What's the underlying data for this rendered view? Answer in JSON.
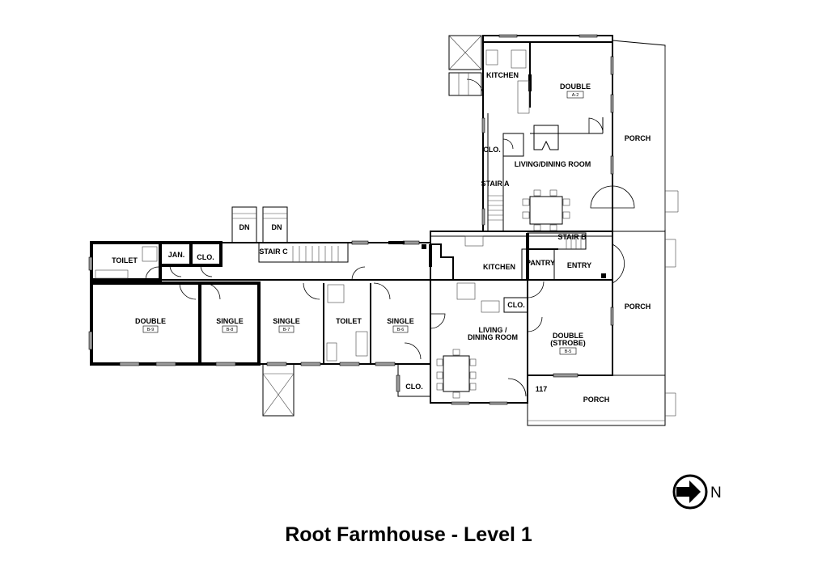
{
  "title": "Root Farmhouse - Level 1",
  "north_label": "N",
  "rooms": {
    "kitchen_a": "KITCHEN",
    "double_a2": "DOUBLE",
    "double_a2_tag": "A-2",
    "porch_1": "PORCH",
    "clo_1": "CLO.",
    "living_dining_1": "LIVING/DINING ROOM",
    "stair_a": "STAIR A",
    "stair_b": "STAIR B",
    "kitchen_b": "KITCHEN",
    "pantry": "PANTRY",
    "entry": "ENTRY",
    "porch_2": "PORCH",
    "clo_2": "CLO.",
    "living_dining_2_line1": "LIVING /",
    "living_dining_2_line2": "DINING ROOM",
    "double_strobe_line1": "DOUBLE",
    "double_strobe_line2": "(STROBE)",
    "double_strobe_tag": "B-5",
    "room_117": "117",
    "porch_3": "PORCH",
    "toilet_1": "TOILET",
    "jan": "JAN.",
    "clo_3": "CLO.",
    "stair_c": "STAIR C",
    "dn_1": "DN",
    "dn_2": "DN",
    "double_b9": "DOUBLE",
    "double_b9_tag": "B-9",
    "single_b8": "SINGLE",
    "single_b8_tag": "B-8",
    "single_b7": "SINGLE",
    "single_b7_tag": "B-7",
    "toilet_2": "TOILET",
    "single_b6": "SINGLE",
    "single_b6_tag": "B-6",
    "clo_4": "CLO."
  }
}
